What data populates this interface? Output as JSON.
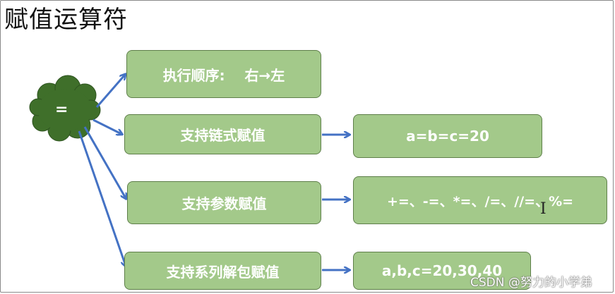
{
  "title": "赋值运算符",
  "operator": "=",
  "colors": {
    "box_fill": "#a3c98a",
    "box_border": "#5e7f4a",
    "cloud_fill": "#3f6f2a",
    "arrow": "#4472c4"
  },
  "nodes": {
    "order": "执行顺序:    右→左",
    "chain": "支持链式赋值",
    "chain_example": "a=b=c=20",
    "param": "支持参数赋值",
    "param_example": "+=、-=、*=、/=、//=、%=",
    "unpack": "支持系列解包赋值",
    "unpack_example": "a,b,c=20,30,40"
  },
  "watermark": "CSDN @努力的小学弟",
  "cursor_glyph": "I"
}
